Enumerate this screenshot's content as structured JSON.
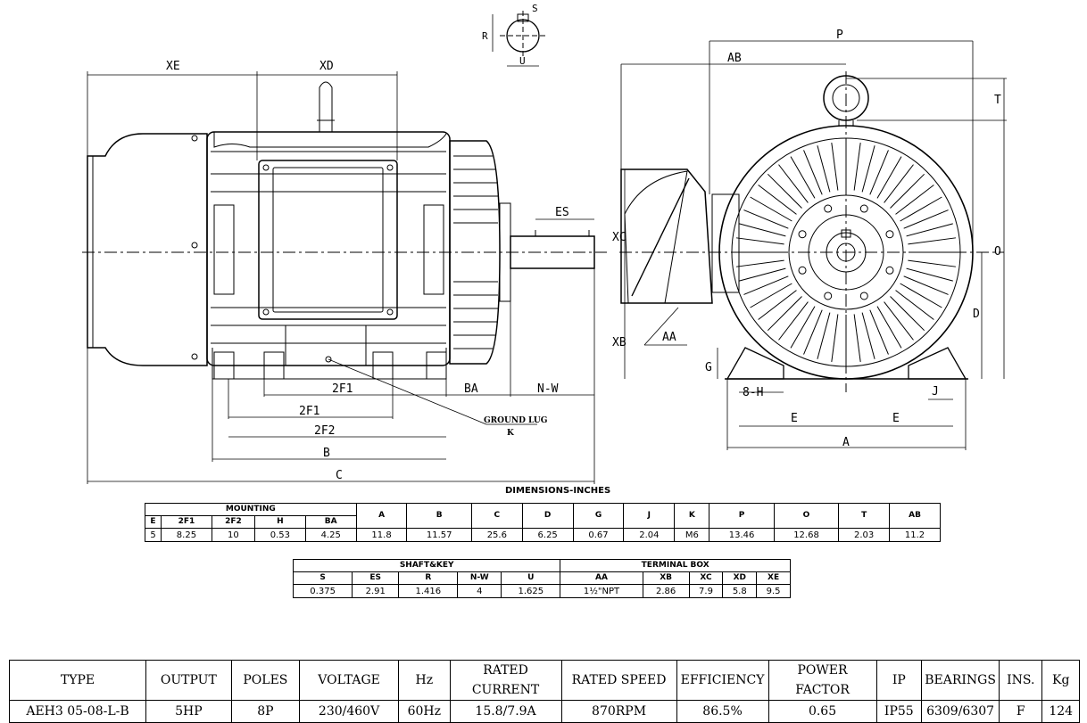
{
  "drawing": {
    "side_labels": {
      "xe": "XE",
      "xd": "XD",
      "es": "ES",
      "two_f1_top": "2F1",
      "ba": "BA",
      "nw": "N-W",
      "two_f1": "2F1",
      "two_f2": "2F2",
      "b": "B",
      "c": "C",
      "ground_lug": "GROUND LUG",
      "ground_lug_k": "K"
    },
    "end_labels": {
      "p": "P",
      "ab": "AB",
      "t": "T",
      "o": "O",
      "d": "D",
      "xc": "XC",
      "xb": "XB",
      "aa": "AA",
      "g": "G",
      "eight_h": "8-H",
      "j": "J",
      "e_left": "E",
      "e_right": "E",
      "a": "A"
    },
    "shaft_labels": {
      "s": "S",
      "r": "R",
      "u": "U"
    }
  },
  "dimensions_title": "DIMENSIONS-INCHES",
  "mounting_table": {
    "group_header": "MOUNTING",
    "headers": [
      "E",
      "2F1",
      "2F2",
      "H",
      "BA",
      "A",
      "B",
      "C",
      "D",
      "G",
      "J",
      "K",
      "P",
      "O",
      "T",
      "AB"
    ],
    "values": [
      "5",
      "8.25",
      "10",
      "0.53",
      "4.25",
      "11.8",
      "11.57",
      "25.6",
      "6.25",
      "0.67",
      "2.04",
      "M6",
      "13.46",
      "12.68",
      "2.03",
      "11.2"
    ]
  },
  "shaft_table": {
    "group_header": "SHAFT&KEY",
    "headers": [
      "S",
      "ES",
      "R",
      "N-W",
      "U"
    ],
    "values": [
      "0.375",
      "2.91",
      "1.416",
      "4",
      "1.625"
    ]
  },
  "terminal_table": {
    "group_header": "TERMINAL BOX",
    "headers": [
      "AA",
      "XB",
      "XC",
      "XD",
      "XE"
    ],
    "values": [
      "1½\"NPT",
      "2.86",
      "7.9",
      "5.8",
      "9.5"
    ]
  },
  "spec_table": {
    "headers": [
      "TYPE",
      "OUTPUT",
      "POLES",
      "VOLTAGE",
      "Hz",
      "RATED CURRENT",
      "RATED SPEED",
      "EFFICIENCY",
      "POWER FACTOR",
      "IP",
      "BEARINGS",
      "INS.",
      "Kg"
    ],
    "values": [
      "AEH3 05-08-L-B",
      "5HP",
      "8P",
      "230/460V",
      "60Hz",
      "15.8/7.9A",
      "870RPM",
      "86.5%",
      "0.65",
      "IP55",
      "6309/6307",
      "F",
      "124"
    ]
  }
}
